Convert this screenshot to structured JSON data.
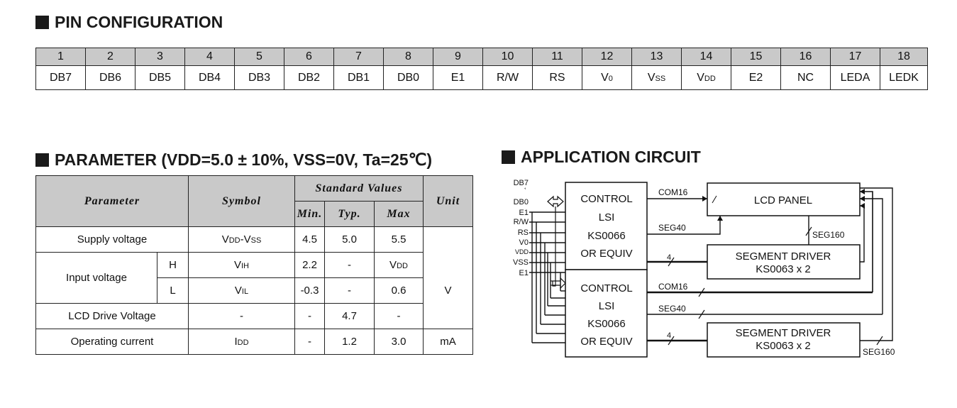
{
  "pin_config": {
    "title": "PIN CONFIGURATION",
    "pin_numbers": [
      "1",
      "2",
      "3",
      "4",
      "5",
      "6",
      "7",
      "8",
      "9",
      "10",
      "11",
      "12",
      "13",
      "14",
      "15",
      "16",
      "17",
      "18"
    ],
    "pin_names": [
      "DB7",
      "DB6",
      "DB5",
      "DB4",
      "DB3",
      "DB2",
      "DB1",
      "DB0",
      "E1",
      "R/W",
      "RS",
      "V0",
      "VSS",
      "VDD",
      "E2",
      "NC",
      "LEDA",
      "LEDK"
    ]
  },
  "parameter": {
    "title": "PARAMETER",
    "conditions": "(VDD=5.0 ± 10%, VSS=0V, Ta=25℃)",
    "headers": {
      "parameter": "Parameter",
      "symbol": "Symbol",
      "standard_values": "Standard Values",
      "min": "Min.",
      "typ": "Typ.",
      "max": "Max",
      "unit": "Unit"
    },
    "rows": {
      "supply": {
        "parameter": "Supply voltage",
        "symbol": "VDD-VSS",
        "min": "4.5",
        "typ": "5.0",
        "max": "5.5"
      },
      "input_label": "Input voltage",
      "input_unit": "V",
      "input_h": {
        "level": "H",
        "symbol": "VIH",
        "min": "2.2",
        "typ": "-",
        "max": "VDD"
      },
      "input_l": {
        "level": "L",
        "symbol": "VIL",
        "min": "-0.3",
        "typ": "-",
        "max": "0.6"
      },
      "lcd_drive": {
        "parameter": "LCD Drive Voltage",
        "symbol": "-",
        "min": "-",
        "typ": "4.7",
        "max": "-"
      },
      "operating": {
        "parameter": "Operating current",
        "symbol": "IDD",
        "min": "-",
        "typ": "1.2",
        "max": "3.0",
        "unit": "mA"
      }
    }
  },
  "application_circuit": {
    "title": "APPLICATION CIRCUIT",
    "signals": {
      "db7": "DB7",
      "tilde": "ꜗ",
      "db0": "DB0",
      "e1": "E1",
      "rw": "R/W",
      "rs": "RS",
      "v0": "V0",
      "vdd": "VDD",
      "vss": "VSS",
      "e1b": "E1"
    },
    "control_lsi": {
      "line1": "CONTROL",
      "line2": "LSI",
      "line3": "KS0066",
      "line4": "OR EQUIV"
    },
    "lcd_panel": "LCD PANEL",
    "segment_driver": {
      "line1": "SEGMENT DRIVER",
      "line2": "KS0063 x 2"
    },
    "labels": {
      "com16": "COM16",
      "seg40": "SEG40",
      "seg160": "SEG160",
      "four": "4"
    }
  }
}
